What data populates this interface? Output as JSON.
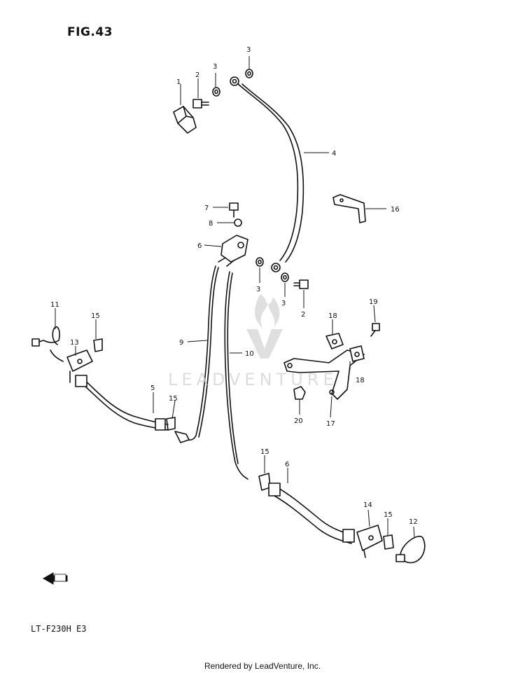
{
  "figure": {
    "title": "FIG.43",
    "model_code": "LT-F230H E3",
    "footer": "Rendered by LeadVenture, Inc."
  },
  "watermark": {
    "text": "LEADVENTURE"
  },
  "callouts": {
    "c1": "1",
    "c2a": "2",
    "c2b": "2",
    "c3a": "3",
    "c3b": "3",
    "c3c": "3",
    "c3d": "3",
    "c4": "4",
    "c5": "5",
    "c6a": "6",
    "c6b": "6",
    "c7": "7",
    "c8": "8",
    "c9": "9",
    "c10": "10",
    "c11": "11",
    "c12": "12",
    "c13": "13",
    "c14": "14",
    "c15a": "15",
    "c15b": "15",
    "c15c": "15",
    "c15d": "15",
    "c16": "16",
    "c17": "17",
    "c18a": "18",
    "c18b": "18",
    "c19": "19",
    "c20": "20"
  },
  "icons": [
    "front-direction-arrow-icon",
    "leadventure-logo-icon"
  ],
  "colors": {
    "line": "#111111",
    "watermark": "#cfcfcf"
  }
}
